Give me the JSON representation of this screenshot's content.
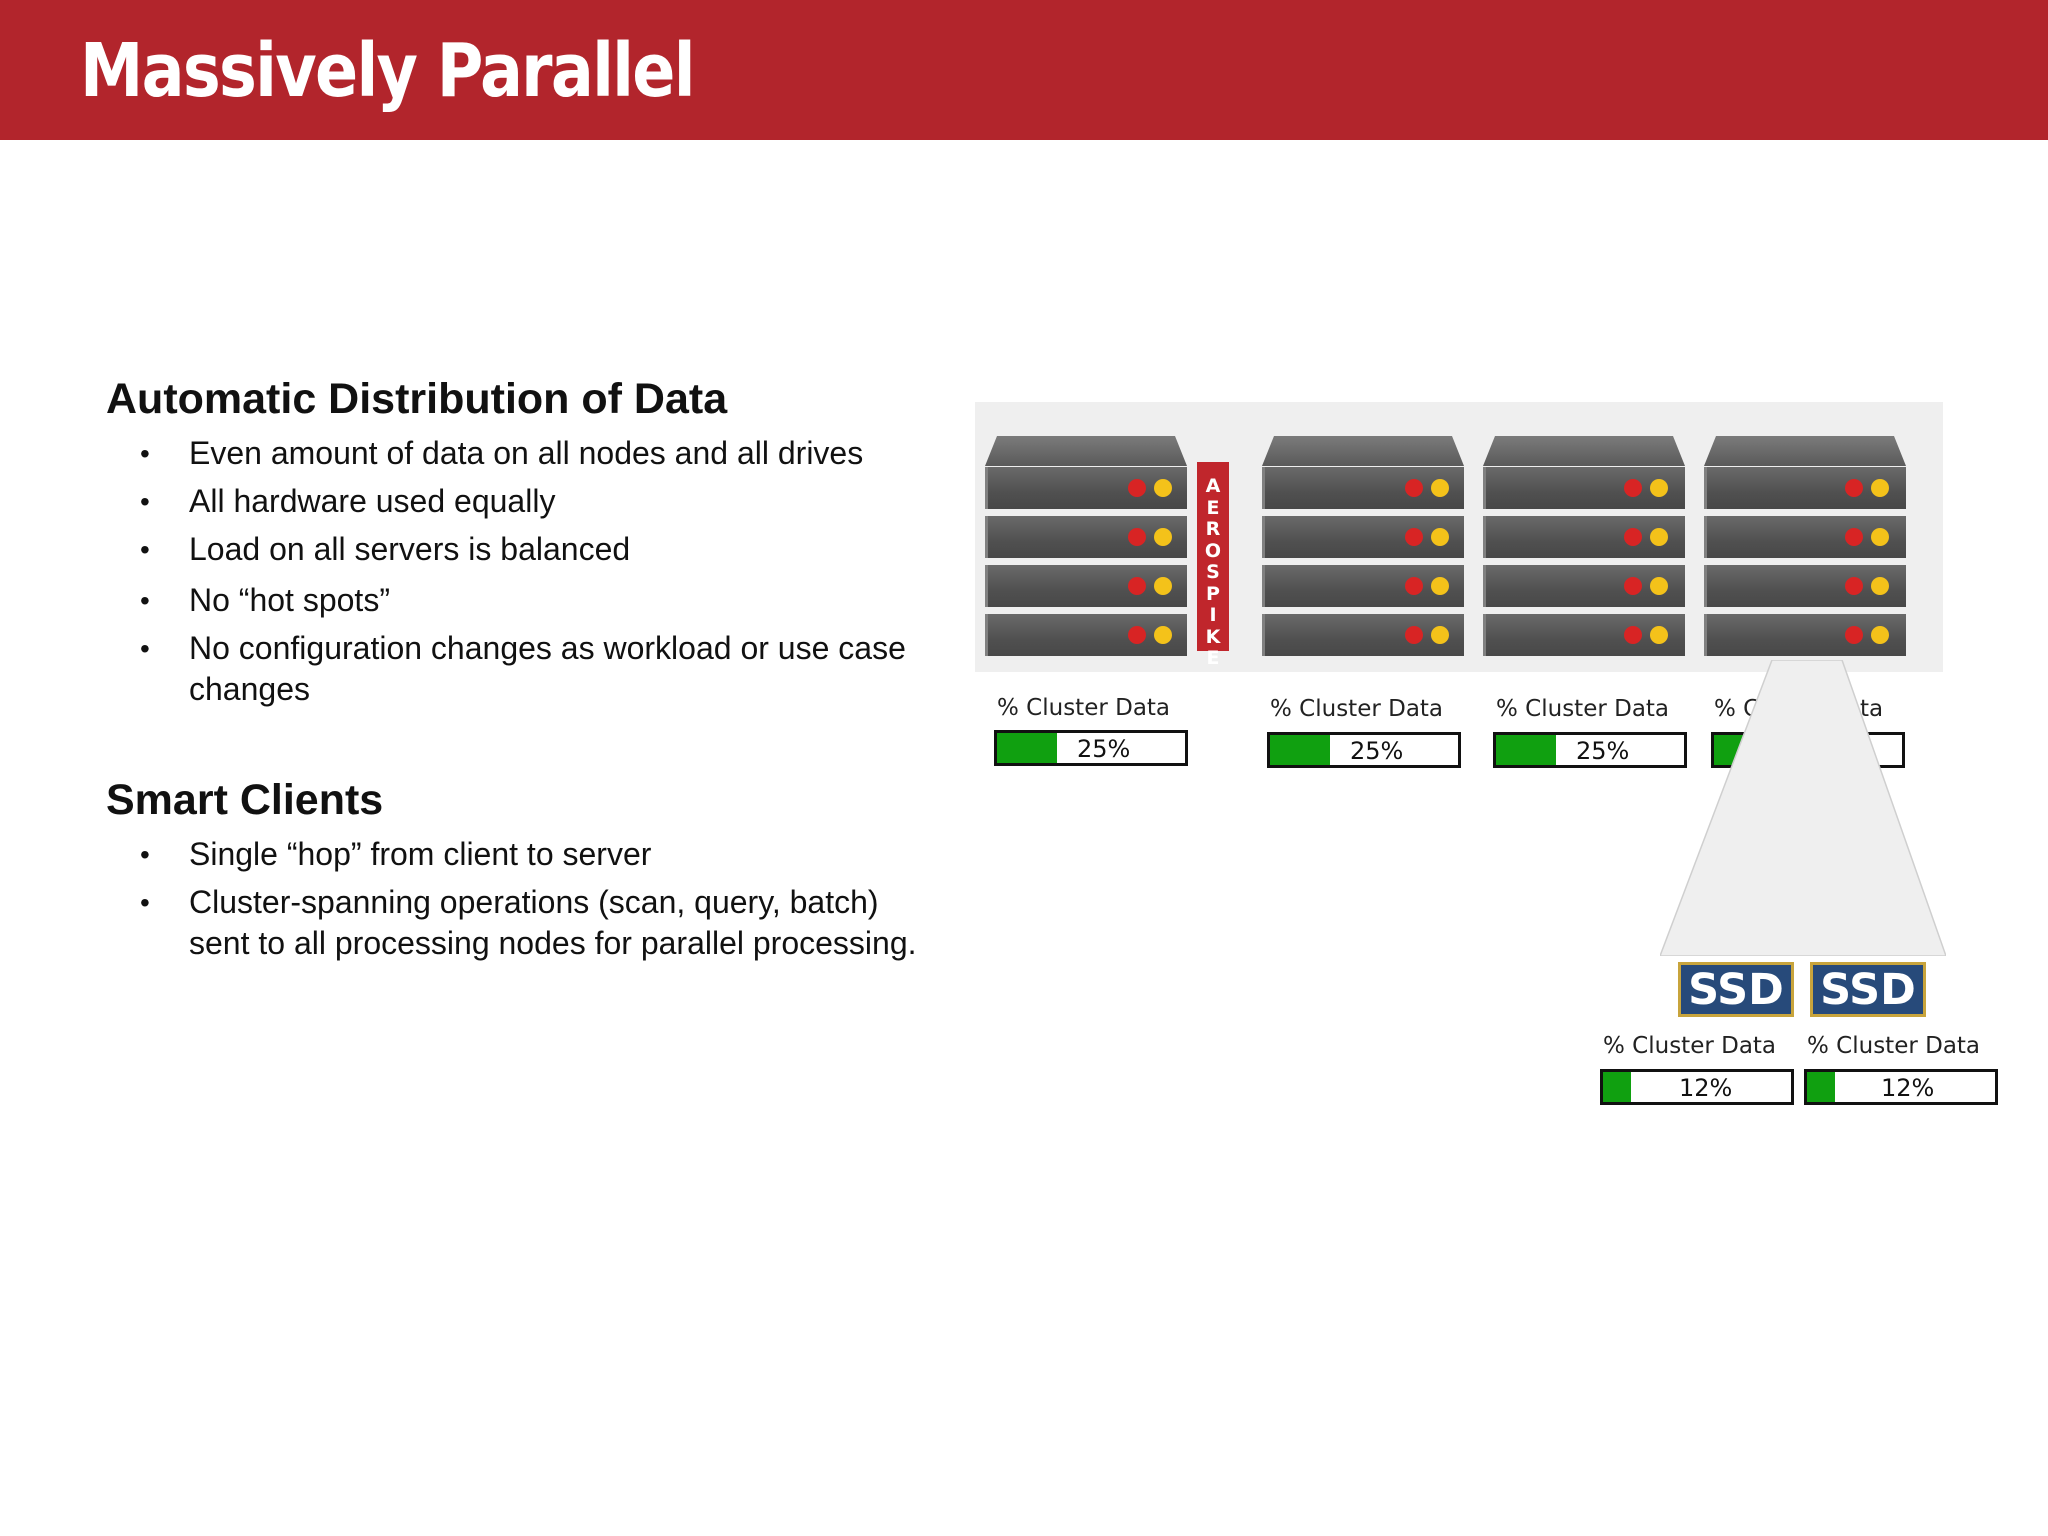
{
  "slide": {
    "title": "Massively Parallel"
  },
  "sections": [
    {
      "heading": "Automatic Distribution of Data",
      "bullets": [
        "Even amount of data on all nodes and all drives",
        "All hardware used equally",
        "Load on all servers is balanced",
        "No “hot spots”",
        "No configuration changes as workload or use case changes"
      ]
    },
    {
      "heading": "Smart Clients",
      "bullets": [
        "Single “hop” from client to server",
        "Cluster-spanning operations (scan, query, batch) sent to all processing nodes for parallel processing."
      ]
    }
  ],
  "graphic": {
    "brand": "AEROSPIKE",
    "colors": {
      "header": "#b2252c",
      "gauge_fill": "#10a010",
      "ssd": "#274a7a"
    },
    "nodes": [
      {
        "label": "% Cluster Data",
        "value": "25%",
        "fill": 0.32
      },
      {
        "label": "% Cluster Data",
        "value": "25%",
        "fill": 0.32
      },
      {
        "label": "% Cluster Data",
        "value": "25%",
        "fill": 0.32
      },
      {
        "label": "% C",
        "label_tail": "ta"
      }
    ],
    "drives": [
      {
        "name": "SSD",
        "label": "% Cluster Data",
        "value": "12%",
        "fill": 0.15
      },
      {
        "name": "SSD",
        "label": "% Cluster Data",
        "value": "12%",
        "fill": 0.15
      }
    ]
  }
}
